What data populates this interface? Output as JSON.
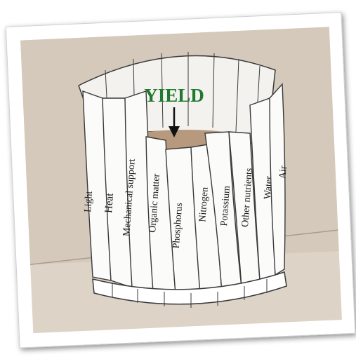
{
  "title": "YIELD",
  "colors": {
    "background": "#ddd3c6",
    "wall": "#cfc4b6",
    "floor_line": "#a89c8e",
    "stave_fill": "#fbfbf9",
    "stave_stroke": "#3a3a3a",
    "liquid": "#b79a7e",
    "liquid_dark": "#8f6f53",
    "title_color": "#1f7a2f",
    "label_color": "#1a1a1a"
  },
  "staves": [
    {
      "label": "Light"
    },
    {
      "label": "Heat"
    },
    {
      "label": "Mechanical support"
    },
    {
      "label": "Organic matter"
    },
    {
      "label": "Phosphorus"
    },
    {
      "label": "Nitrogen"
    },
    {
      "label": "Potassium"
    },
    {
      "label": "Other nutrients"
    },
    {
      "label": "Water"
    },
    {
      "label": "Air"
    }
  ],
  "icons": [
    "down-arrow-icon"
  ]
}
